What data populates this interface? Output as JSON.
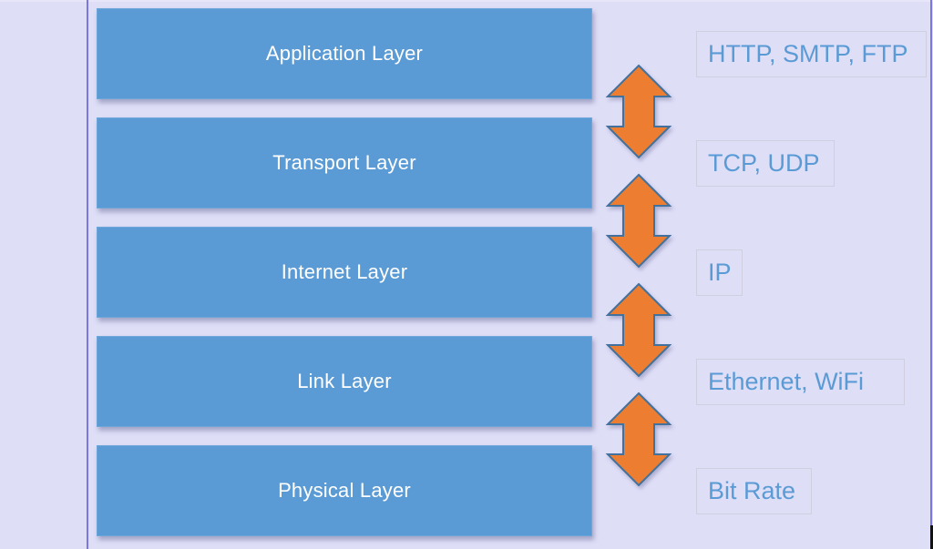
{
  "diagram": {
    "title": "Network protocol stack layers",
    "layers": [
      {
        "label": "Application Layer",
        "protocols": "HTTP, SMTP, FTP"
      },
      {
        "label": "Transport Layer",
        "protocols": "TCP, UDP"
      },
      {
        "label": "Internet Layer",
        "protocols": "IP"
      },
      {
        "label": "Link Layer",
        "protocols": "Ethernet, WiFi"
      },
      {
        "label": "Physical Layer",
        "protocols": "Bit Rate"
      }
    ],
    "connectors": [
      {
        "from": "Application Layer",
        "to": "Transport Layer",
        "icon": "double-arrow-vertical"
      },
      {
        "from": "Transport Layer",
        "to": "Internet Layer",
        "icon": "double-arrow-vertical"
      },
      {
        "from": "Internet Layer",
        "to": "Link Layer",
        "icon": "double-arrow-vertical"
      },
      {
        "from": "Link Layer",
        "to": "Physical Layer",
        "icon": "double-arrow-vertical"
      }
    ],
    "colors": {
      "background": "#dedef7",
      "layer_fill": "#5b9bd5",
      "layer_text": "#ffffff",
      "protocol_text": "#5b9bd5",
      "arrow_fill": "#ed7d31",
      "arrow_stroke": "#41719c",
      "guide_line": "#7a78e0"
    }
  }
}
